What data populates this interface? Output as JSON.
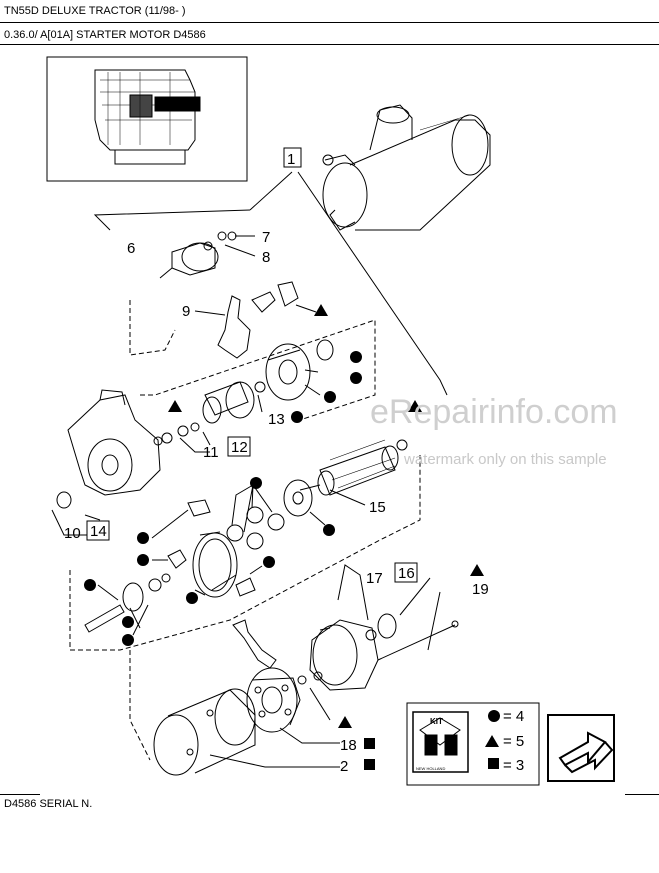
{
  "header": {
    "title": "TN55D DELUXE TRACTOR (11/98- )",
    "section": "0.36.0/  A[01A] STARTER MOTOR D4586"
  },
  "callouts": {
    "c1": "1",
    "c2": "2",
    "c6": "6",
    "c7": "7",
    "c8": "8",
    "c9": "9",
    "c10": "10",
    "c11": "11",
    "c12": "12",
    "c13": "13",
    "c14": "14",
    "c15": "15",
    "c16": "16",
    "c17": "17",
    "c18": "18",
    "c19": "19"
  },
  "legend": {
    "kit_label": "KIT",
    "circle_count": "= 4",
    "triangle_count": "= 5",
    "square_count": "= 3",
    "panel_text": "NEW HOLLAND"
  },
  "watermark": {
    "main": "eRepairinfo.com",
    "sub": "watermark only on this sample"
  },
  "footer": {
    "serial": "D4586 SERIAL N."
  }
}
